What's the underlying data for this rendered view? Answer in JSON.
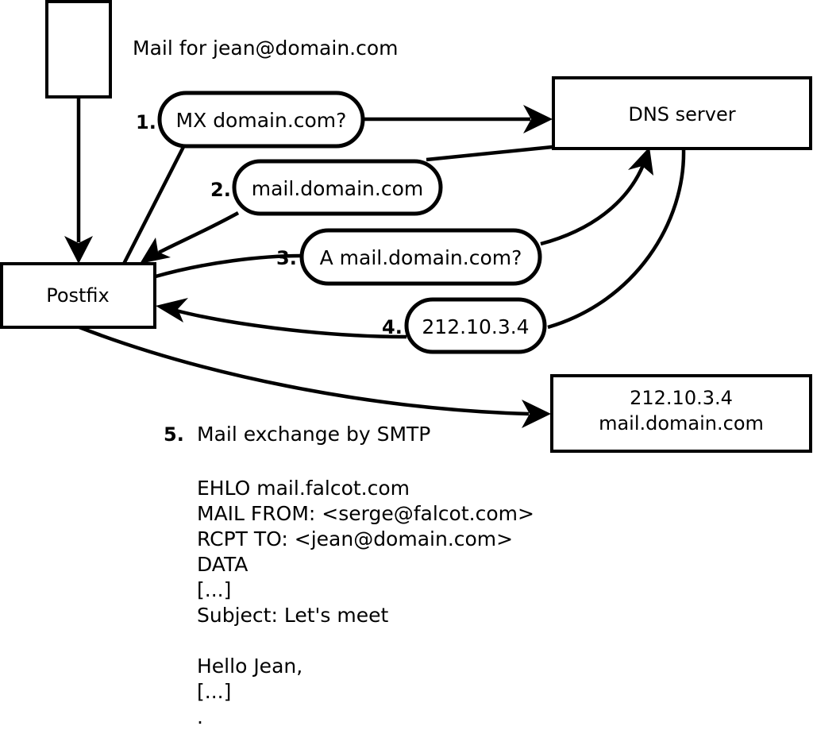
{
  "diagram": {
    "title_caption": "Mail for jean@domain.com",
    "nodes": [
      {
        "id": "client",
        "label": ""
      },
      {
        "id": "postfix",
        "label": "Postfix"
      },
      {
        "id": "dns",
        "label": "DNS server"
      },
      {
        "id": "mailserver",
        "line1": "212.10.3.4",
        "line2": "mail.domain.com"
      }
    ],
    "steps": [
      {
        "num": "1.",
        "label": "MX domain.com?"
      },
      {
        "num": "2.",
        "label": "mail.domain.com"
      },
      {
        "num": "3.",
        "label": "A mail.domain.com?"
      },
      {
        "num": "4.",
        "label": "212.10.3.4"
      },
      {
        "num": "5.",
        "label": "Mail exchange by SMTP"
      }
    ],
    "smtp_transcript": [
      "EHLO mail.falcot.com",
      "MAIL FROM: <serge@falcot.com>",
      "RCPT TO: <jean@domain.com>",
      "DATA",
      "[...]",
      "Subject: Let's meet",
      "",
      "Hello Jean,",
      "[...]",
      "."
    ],
    "colors": {
      "stroke": "#000000",
      "fill": "#ffffff",
      "text": "#000000"
    }
  }
}
